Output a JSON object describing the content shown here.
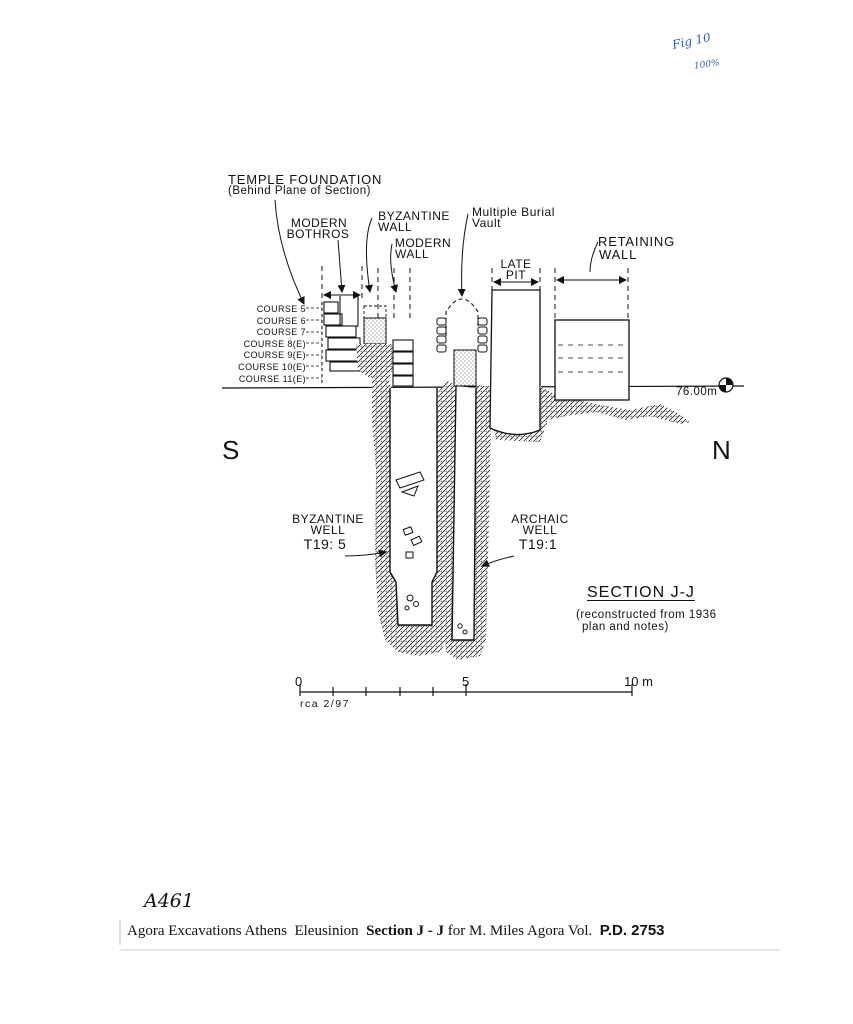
{
  "handwritten_note": {
    "line1": "Fig 10",
    "line2": "100%"
  },
  "labels": {
    "temple_foundation": "TEMPLE FOUNDATION",
    "temple_sub": "(Behind Plane of Section)",
    "modern_bothros_1": "MODERN",
    "modern_bothros_2": "BOTHROS",
    "byzantine_wall_1": "BYZANTINE",
    "byzantine_wall_2": "WALL",
    "modern_wall_1": "MODERN",
    "modern_wall_2": "WALL",
    "vault_1": "Multiple Burial",
    "vault_2": "Vault",
    "late_pit_1": "LATE",
    "late_pit_2": "PIT",
    "retaining_wall_1": "RETAINING",
    "retaining_wall_2": "WALL",
    "datum": "76.00m",
    "south": "S",
    "north": "N",
    "byz_well_1": "BYZANTINE",
    "byz_well_2": "WELL",
    "byz_well_id": "T19: 5",
    "arch_well_1": "ARCHAIC",
    "arch_well_2": "WELL",
    "arch_well_id": "T19:1"
  },
  "courses": [
    "COURSE 5",
    "COURSE 6",
    "COURSE 7",
    "COURSE 8(E)",
    "COURSE 9(E)",
    "COURSE 10(E)",
    "COURSE 11(E)"
  ],
  "section": {
    "title": "SECTION J-J",
    "sub_1": "(reconstructed from 1936",
    "sub_2": "plan and notes)"
  },
  "scale": {
    "ticks": [
      "0",
      "5",
      "10 m"
    ],
    "credit": "rca 2/97"
  },
  "reference": "A461",
  "caption": {
    "part1": "Agora Excavations Athens  Eleusinion  ",
    "part2": "Section J - J",
    "part3": " for M. Miles Agora Vol.  ",
    "part4": "P.D. 2753"
  }
}
